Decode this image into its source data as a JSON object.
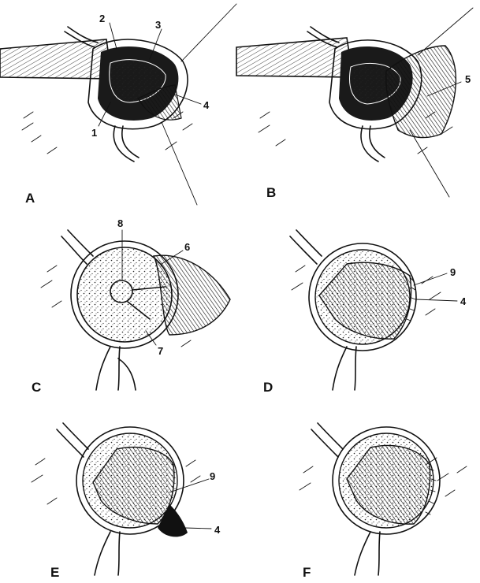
{
  "figure": {
    "panels": [
      {
        "id": "A",
        "letter": "A",
        "callouts": [
          "1",
          "2",
          "3",
          "4"
        ]
      },
      {
        "id": "B",
        "letter": "B",
        "callouts": [
          "5"
        ]
      },
      {
        "id": "C",
        "letter": "C",
        "callouts": [
          "6",
          "7",
          "8"
        ]
      },
      {
        "id": "D",
        "letter": "D",
        "callouts": [
          "4",
          "9"
        ]
      },
      {
        "id": "E",
        "letter": "E",
        "callouts": [
          "4",
          "9"
        ]
      },
      {
        "id": "F",
        "letter": "F",
        "callouts": []
      }
    ]
  }
}
